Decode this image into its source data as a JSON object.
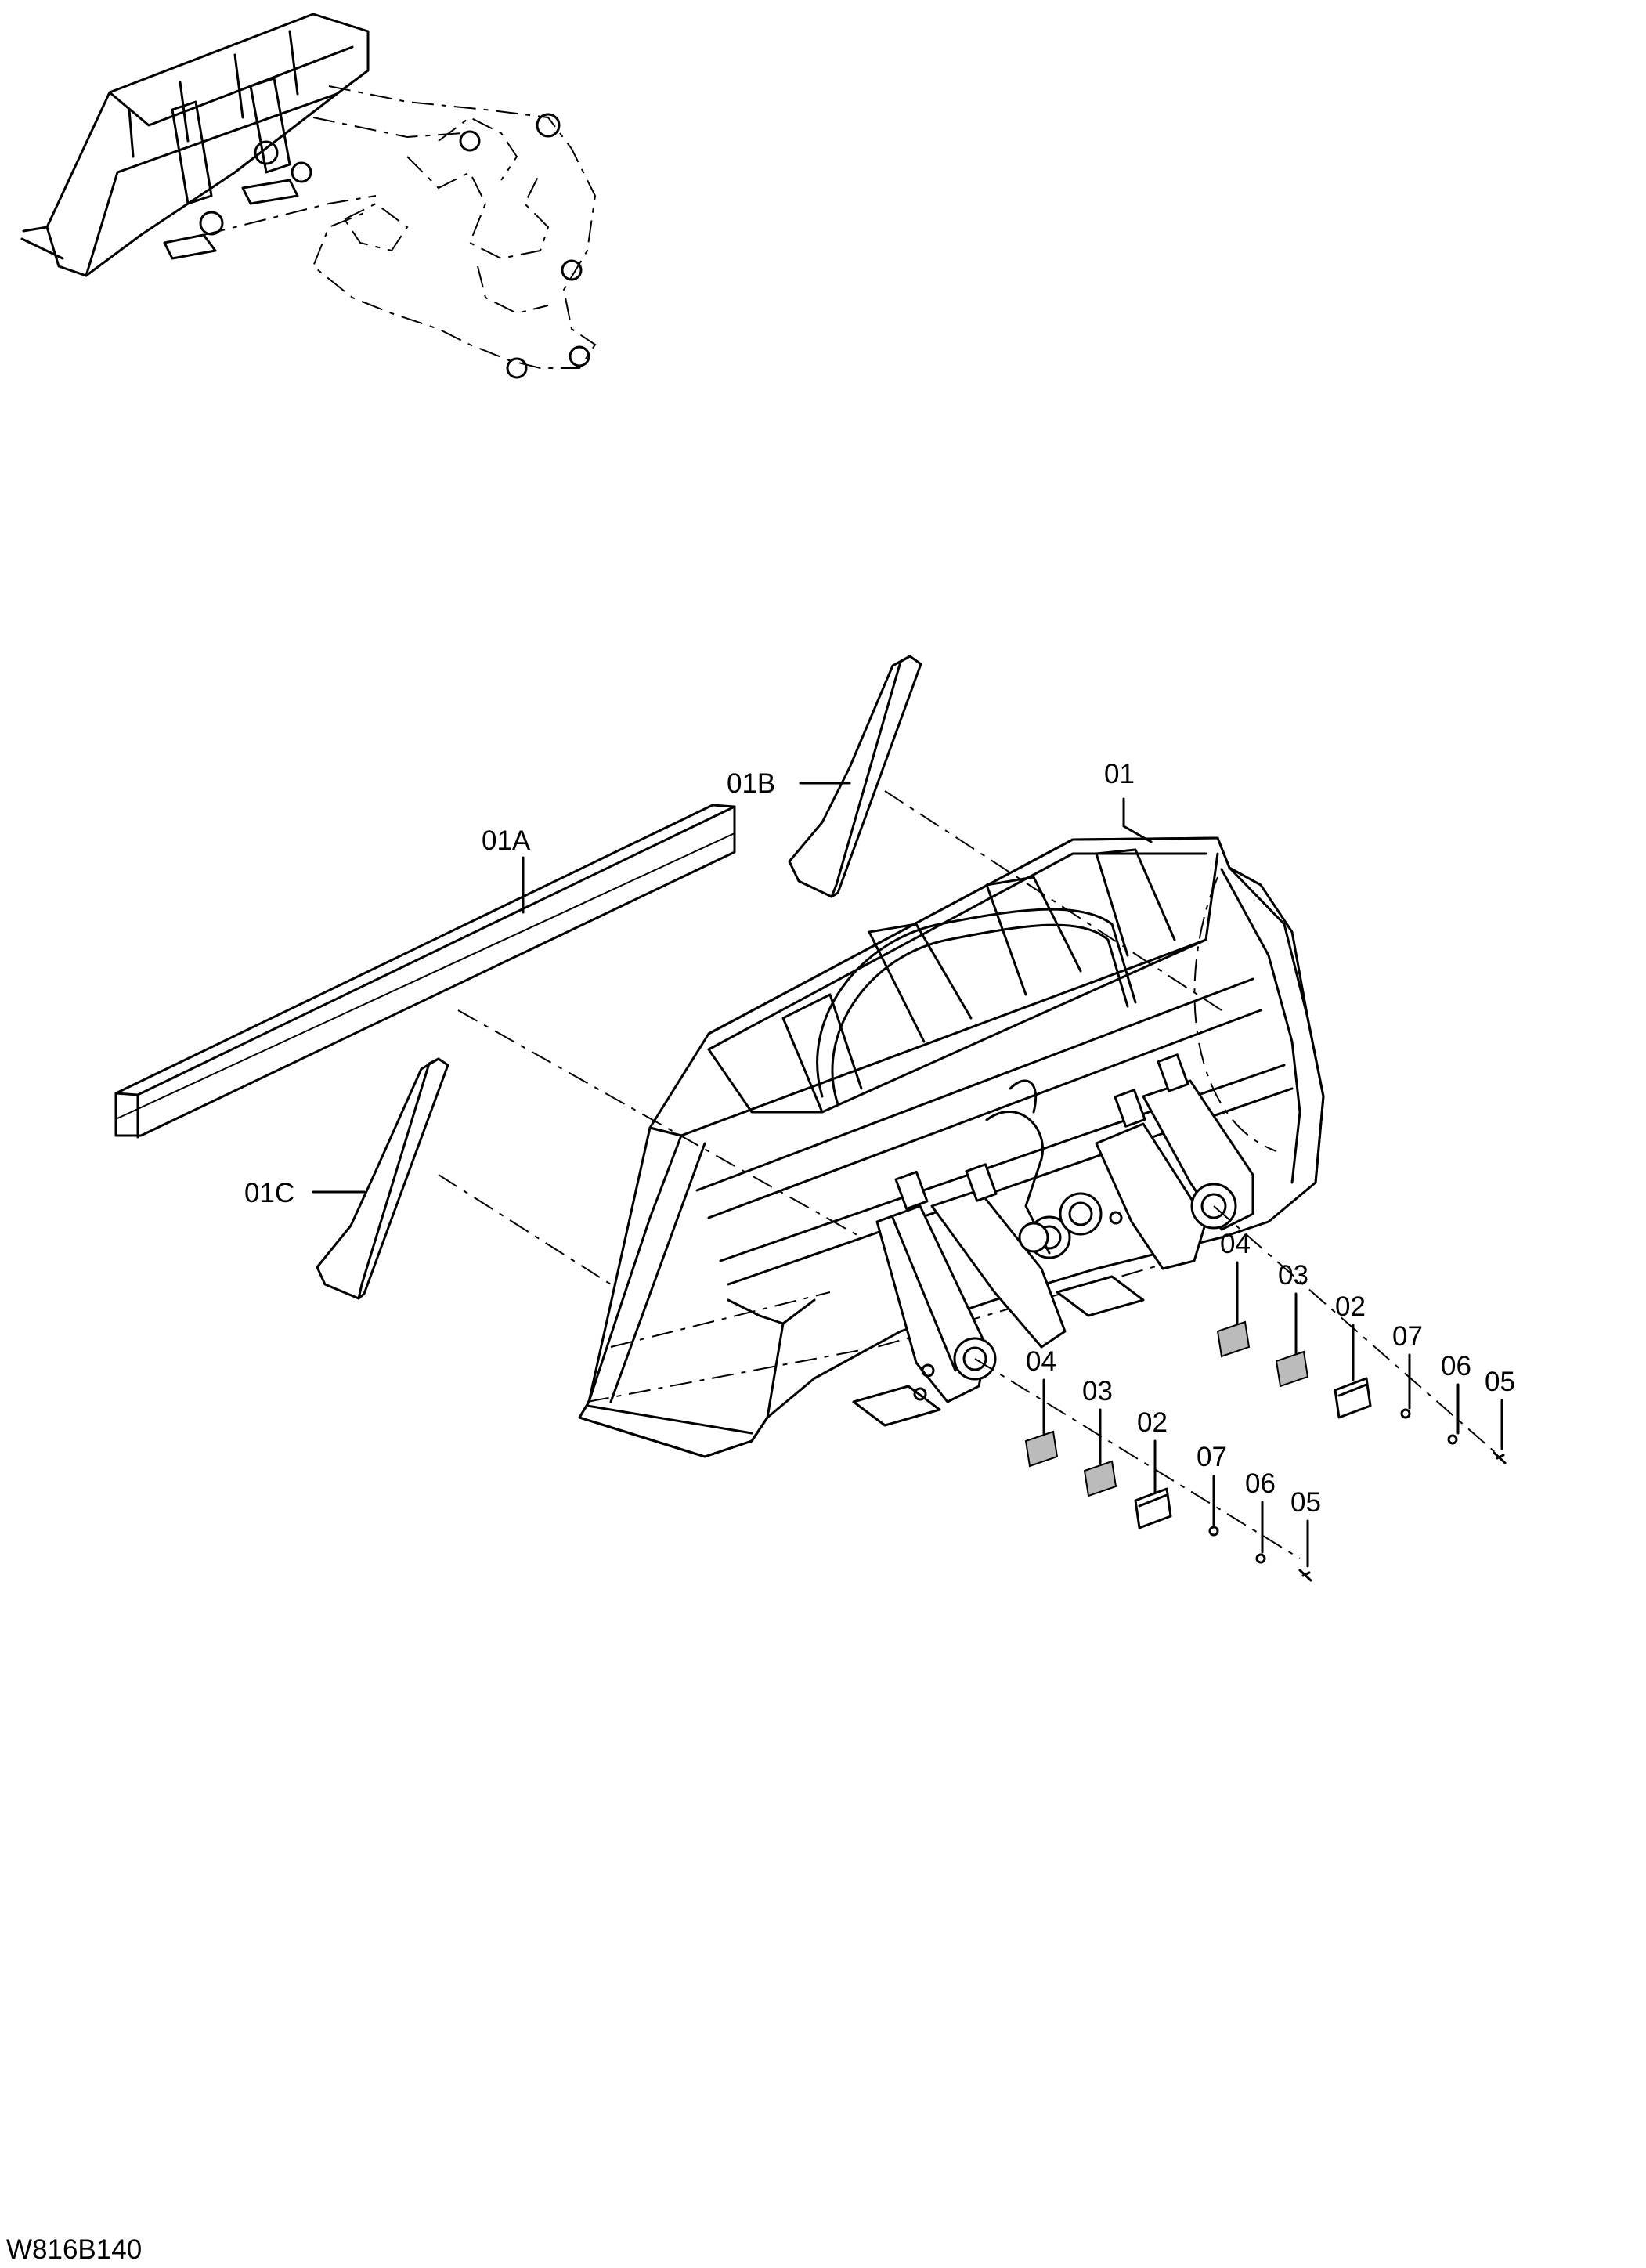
{
  "drawing_code": "W816B140",
  "callouts": {
    "bucket": "01",
    "cutting_edge": "01A",
    "side_cutter_right": "01B",
    "side_cutter_left": "01C",
    "right_shim_04": "04",
    "right_shim_03": "03",
    "right_plate_02": "02",
    "right_washer_07": "07",
    "right_washer_06": "06",
    "right_bolt_05": "05",
    "left_shim_04": "04",
    "left_shim_03": "03",
    "left_plate_02": "02",
    "left_washer_07": "07",
    "left_washer_06": "06",
    "left_bolt_05": "05"
  }
}
